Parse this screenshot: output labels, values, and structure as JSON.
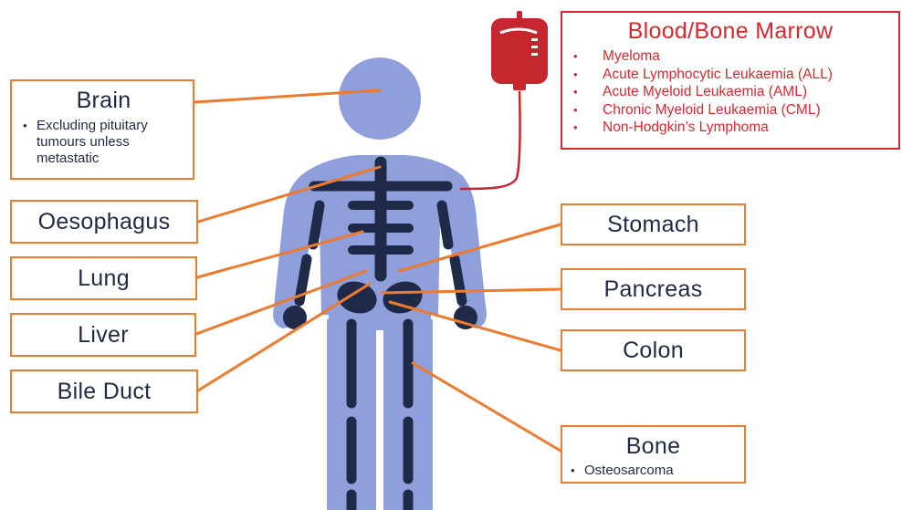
{
  "colors": {
    "body": "#8e9fdb",
    "bones": "#1f2a48",
    "connector": "#ee7a2e",
    "blood": "#d7282f",
    "text": "#1f2a44"
  },
  "icons": {
    "blood_bag": "blood-bag-icon"
  },
  "blood_marrow": {
    "title": "Blood/Bone Marrow",
    "items": [
      "Myeloma",
      "Acute Lymphocytic Leukaemia  (ALL)",
      "Acute Myeloid Leukaemia (AML)",
      "Chronic Myeloid Leukaemia (CML)",
      "Non-Hodgkin’s Lymphoma"
    ]
  },
  "brain": {
    "title": "Brain",
    "note": "Excluding pituitary tumours unless metastatic"
  },
  "oesophagus": {
    "title": "Oesophagus"
  },
  "lung": {
    "title": "Lung"
  },
  "liver": {
    "title": "Liver"
  },
  "bile_duct": {
    "title": "Bile Duct"
  },
  "stomach": {
    "title": "Stomach"
  },
  "pancreas": {
    "title": "Pancreas"
  },
  "colon": {
    "title": "Colon"
  },
  "bone": {
    "title": "Bone",
    "note": "Osteosarcoma"
  }
}
